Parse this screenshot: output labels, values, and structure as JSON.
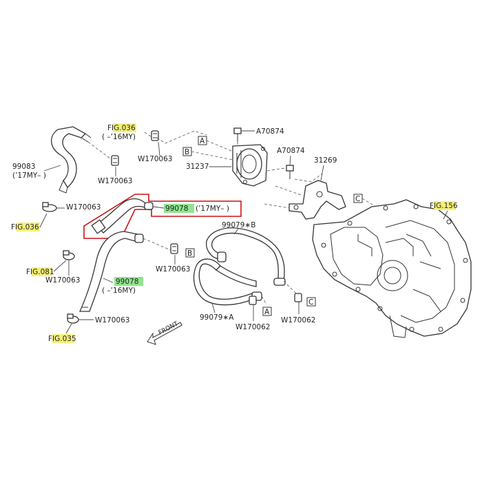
{
  "colors": {
    "highlight_yellow": "#f5f07a",
    "highlight_green": "#8ee68e",
    "frame_red": "#cc1111"
  },
  "refs": {
    "fig036_top": {
      "pre": "F",
      "hl": "IG.03",
      "post": "6"
    },
    "fig036_left": {
      "pre": "F",
      "hl": "IG.03",
      "post": "6"
    },
    "fig081": {
      "pre": "F",
      "hl": "IG.08",
      "post": "1"
    },
    "fig035": {
      "pre": "F",
      "hl": "IG.03",
      "post": "5"
    },
    "fig156": {
      "pre": "F",
      "hl": "IG.15",
      "post": "6"
    }
  },
  "parts": {
    "p99083": "99083",
    "p99083_note": "(’17MY–  )",
    "fig036_note": "(  –’16MY)",
    "w170063_a": "W170063",
    "w170063_b": "W170063",
    "w170063_c": "W170063",
    "w170063_d": "W170063",
    "w170063_e": "W170063",
    "w170063_f": "W170063",
    "p99078_new": "99078",
    "p99078_new_note": "(’17MY–  )",
    "p99078_old": "99078",
    "p99078_old_note": "(  –’16MY)",
    "a70874_a": "A70874",
    "a70874_b": "A70874",
    "p31237": "31237",
    "p31269": "31269",
    "p99079b": "99079∗B",
    "p99079a": "99079∗A",
    "w170062_a": "W170062",
    "w170062_b": "W170062",
    "front": "FRONT"
  },
  "boxes": {
    "a1": "A",
    "a2": "A",
    "b1": "B",
    "b2": "B",
    "c1": "C",
    "c2": "C"
  }
}
